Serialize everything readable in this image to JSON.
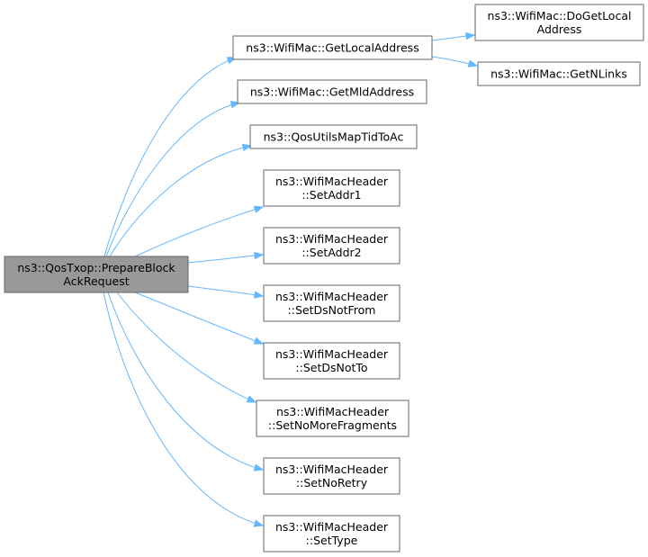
{
  "graph": {
    "root": {
      "id": "root",
      "lines": [
        "ns3::QosTxop::PrepareBlock",
        "AckRequest"
      ]
    },
    "nodes": [
      {
        "id": "getLocalAddress",
        "lines": [
          "ns3::WifiMac::GetLocalAddress"
        ]
      },
      {
        "id": "doGetLocalAddress",
        "lines": [
          "ns3::WifiMac::DoGetLocal",
          "Address"
        ]
      },
      {
        "id": "getNLinks",
        "lines": [
          "ns3::WifiMac::GetNLinks"
        ]
      },
      {
        "id": "getMldAddress",
        "lines": [
          "ns3::WifiMac::GetMldAddress"
        ]
      },
      {
        "id": "qosUtilsMapTidToAc",
        "lines": [
          "ns3::QosUtilsMapTidToAc"
        ]
      },
      {
        "id": "setAddr1",
        "lines": [
          "ns3::WifiMacHeader",
          "::SetAddr1"
        ]
      },
      {
        "id": "setAddr2",
        "lines": [
          "ns3::WifiMacHeader",
          "::SetAddr2"
        ]
      },
      {
        "id": "setDsNotFrom",
        "lines": [
          "ns3::WifiMacHeader",
          "::SetDsNotFrom"
        ]
      },
      {
        "id": "setDsNotTo",
        "lines": [
          "ns3::WifiMacHeader",
          "::SetDsNotTo"
        ]
      },
      {
        "id": "setNoMoreFragments",
        "lines": [
          "ns3::WifiMacHeader",
          "::SetNoMoreFragments"
        ]
      },
      {
        "id": "setNoRetry",
        "lines": [
          "ns3::WifiMacHeader",
          "::SetNoRetry"
        ]
      },
      {
        "id": "setType",
        "lines": [
          "ns3::WifiMacHeader",
          "::SetType"
        ]
      }
    ],
    "edges": [
      {
        "from": "root",
        "to": "getLocalAddress"
      },
      {
        "from": "root",
        "to": "getMldAddress"
      },
      {
        "from": "root",
        "to": "qosUtilsMapTidToAc"
      },
      {
        "from": "root",
        "to": "setAddr1"
      },
      {
        "from": "root",
        "to": "setAddr2"
      },
      {
        "from": "root",
        "to": "setDsNotFrom"
      },
      {
        "from": "root",
        "to": "setDsNotTo"
      },
      {
        "from": "root",
        "to": "setNoMoreFragments"
      },
      {
        "from": "root",
        "to": "setNoRetry"
      },
      {
        "from": "root",
        "to": "setType"
      },
      {
        "from": "getLocalAddress",
        "to": "doGetLocalAddress"
      },
      {
        "from": "getLocalAddress",
        "to": "getNLinks"
      }
    ],
    "colors": {
      "root_fill": "#999999",
      "node_fill": "#ffffff",
      "node_border": "#666666",
      "edge": "#63b8ff"
    }
  }
}
